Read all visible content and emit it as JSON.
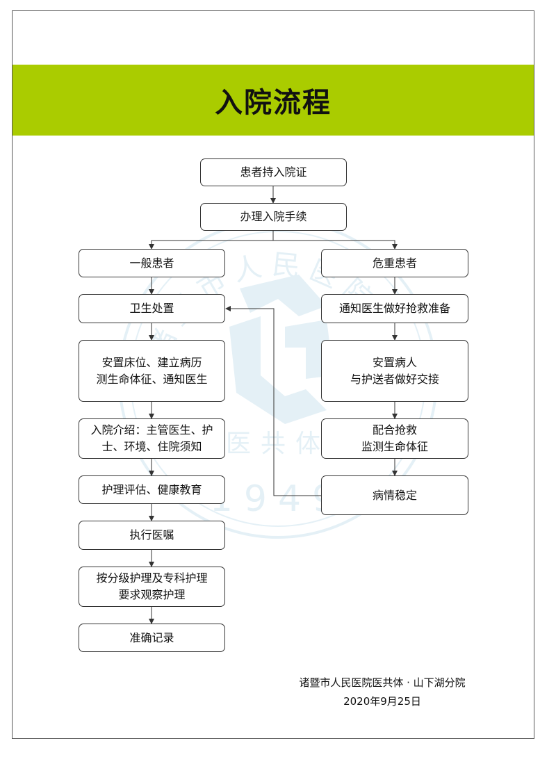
{
  "title": "入院流程",
  "nodes": {
    "start": "患者持入院证",
    "admission": "办理入院手续",
    "general": "一般患者",
    "critical": "危重患者",
    "hygiene": "卫生处置",
    "notify_doctor": "通知医生做好抢救准备",
    "bed_line1": "安置床位、建立病历",
    "bed_line2": "测生命体征、通知医生",
    "settle_line1": "安置病人",
    "settle_line2": "与护送者做好交接",
    "intro_line1": "入院介绍：主管医生、护",
    "intro_line2": "士、环境、住院须知",
    "rescue_line1": "配合抢救",
    "rescue_line2": "监测生命体征",
    "assess": "护理评估、健康教育",
    "stable": "病情稳定",
    "orders": "执行医嘱",
    "care_line1": "按分级护理及专科护理",
    "care_line2": "要求观察护理",
    "record": "准确记录"
  },
  "footer": {
    "org": "诸暨市人民医院医共体 · 山下湖分院",
    "date": "2020年9月25日"
  },
  "watermark": {
    "arc_text": "诸暨市人民医院",
    "bottom_text": "医共体",
    "year": "1949",
    "color": "#e3eff5"
  },
  "colors": {
    "banner": "#aacc00",
    "border": "#333333"
  }
}
